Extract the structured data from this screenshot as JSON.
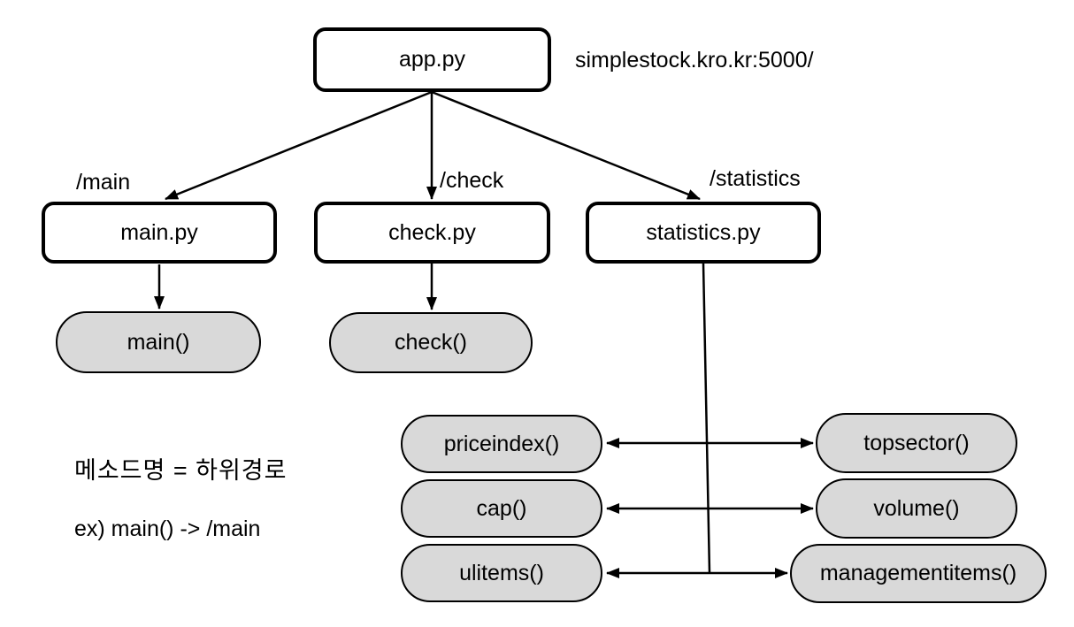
{
  "diagram": {
    "title_note": "Flask route structure diagram",
    "host_label": "simplestock.kro.kr:5000/",
    "nodes": {
      "app": {
        "label": "app.py"
      },
      "main": {
        "label": "main.py",
        "route": "/main"
      },
      "check": {
        "label": "check.py",
        "route": "/check"
      },
      "statistics": {
        "label": "statistics.py",
        "route": "/statistics"
      }
    },
    "methods": {
      "main_fn": {
        "label": "main()"
      },
      "check_fn": {
        "label": "check()"
      },
      "priceindex": {
        "label": "priceindex()"
      },
      "topsector": {
        "label": "topsector()"
      },
      "cap": {
        "label": "cap()"
      },
      "volume": {
        "label": "volume()"
      },
      "ulitems": {
        "label": "ulitems()"
      },
      "managementitems": {
        "label": "managementitems()"
      }
    },
    "notes": {
      "line1": "메소드명 = 하위경로",
      "line2": "ex) main() -> /main"
    },
    "colors": {
      "pill_fill": "#d9d9d9",
      "stroke": "#000000",
      "background": "#ffffff"
    }
  }
}
